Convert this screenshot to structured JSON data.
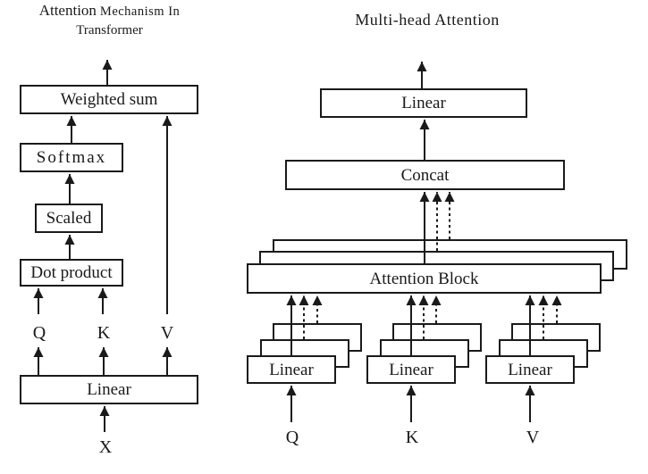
{
  "colors": {
    "ink": "#1a1a1a",
    "paper": "#ffffff"
  },
  "left_diagram": {
    "title_word1": "Attention",
    "title_rest": "Mechanism In",
    "title_line2": "Transformer",
    "weighted_sum_box": "Weighted sum",
    "softmax_box": "Softmax",
    "scaled_box": "Scaled",
    "dot_product_box": "Dot product",
    "linear_box": "Linear",
    "label_q": "Q",
    "label_k": "K",
    "label_v": "V",
    "label_x": "X"
  },
  "right_diagram": {
    "title": "Multi-head Attention",
    "linear_out_box": "Linear",
    "concat_box": "Concat",
    "attention_block_box": "Attention Block",
    "linear_q_box": "Linear",
    "linear_k_box": "Linear",
    "linear_v_box": "Linear",
    "label_q": "Q",
    "label_k": "K",
    "label_v": "V"
  }
}
